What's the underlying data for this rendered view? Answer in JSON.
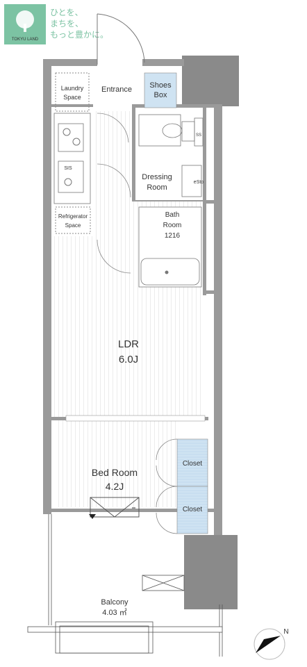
{
  "logo": {
    "tagline_1": "ひとを、",
    "tagline_2": "まちを、",
    "tagline_3": "もっと豊かに。",
    "brand": "TOKYU LAND",
    "color": "#7cc3a3"
  },
  "rooms": {
    "entrance": "Entrance",
    "shoes_box_1": "Shoes",
    "shoes_box_2": "Box",
    "laundry_1": "Laundry",
    "laundry_2": "Space",
    "dressing_1": "Dressing",
    "dressing_2": "Room",
    "bath_1": "Bath",
    "bath_2": "Room",
    "bath_3": "1216",
    "refrigerator_1": "Refrigerator",
    "refrigerator_2": "Space",
    "ldr_name": "LDR",
    "ldr_size": "6.0J",
    "bedroom_name": "Bed Room",
    "bedroom_size": "4.2J",
    "closet_1": "Closet",
    "closet_2": "Closet",
    "balcony_name": "Balcony",
    "balcony_size": "4.03 ㎡"
  },
  "fixtures": {
    "sink_label": "SIS",
    "shelf_label": "SS",
    "estore_label": "eSto"
  },
  "compass": {
    "north": "N"
  },
  "colors": {
    "wall": "#9a9a9a",
    "column": "#8a8a8a",
    "closet_fill": "#cfe3f2",
    "shoes_fill": "#cfe3f2",
    "floor_line": "#c8c8c8"
  }
}
